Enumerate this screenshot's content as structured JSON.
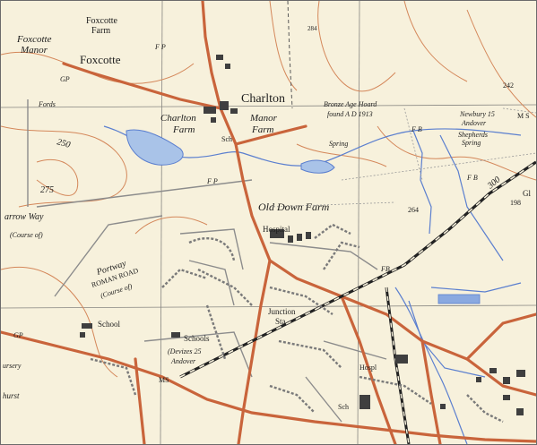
{
  "map": {
    "colors": {
      "paper": "#f7f1dc",
      "contour": "#d4875a",
      "road": "#c9643b",
      "water": "#5b7fcf",
      "building": "#3f3f3f",
      "grid": "#6b6b6b",
      "railway": "#222222",
      "text": "#1d1d1d"
    },
    "labels": {
      "foxcotte_farm_1": "Foxcotte",
      "foxcotte_farm_2": "Farm",
      "foxcotte_manor_1": "Foxcotte",
      "foxcotte_manor_2": "Manor",
      "foxcotte": "Foxcotte",
      "gp_top": "GP",
      "fp_top": "F P",
      "fords": "Fords",
      "charlton": "Charlton",
      "charlton_farm_1": "Charlton",
      "charlton_farm_2": "Farm",
      "manor_farm_1": "Manor",
      "manor_farm_2": "Farm",
      "sch_top": "Sch",
      "spring_mid": "Spring",
      "bronze_1": "Bronze Age Hoard",
      "bronze_2": "found A D 1913",
      "spot_284": "284",
      "spot_242": "242",
      "newbury_1": "Newbury 15",
      "newbury_2": "Andover",
      "shepherds_1": "Shepherds",
      "shepherds_2": "Spring",
      "fb_1": "F B",
      "fb_2": "F B",
      "fb_3": "FB",
      "ms_right": "M S",
      "gl_right": "Gl",
      "old_down_farm": "Old Down Farm",
      "fp_mid": "F P",
      "spot_264": "264",
      "spot_198": "198",
      "contour_250": "250",
      "contour_275": "275",
      "contour_300": "300",
      "harrow_way": "arrow Way",
      "course_of": "(Course of)",
      "hospital": "Hospital",
      "portway_1": "Portway",
      "portway_2": "ROMAN ROAD",
      "portway_3": "(Course of)",
      "school": "School",
      "schools": "Schools",
      "junction_1": "Junction",
      "junction_2": "Sta",
      "devizes_1": "(Devizes 25",
      "devizes_2": "Andover",
      "ms_bottom": "MS",
      "gp_left": "GP",
      "nursery": "ursery",
      "hurst": "hurst",
      "hospl": "Hospl",
      "sch_bottom": "Sch"
    }
  }
}
